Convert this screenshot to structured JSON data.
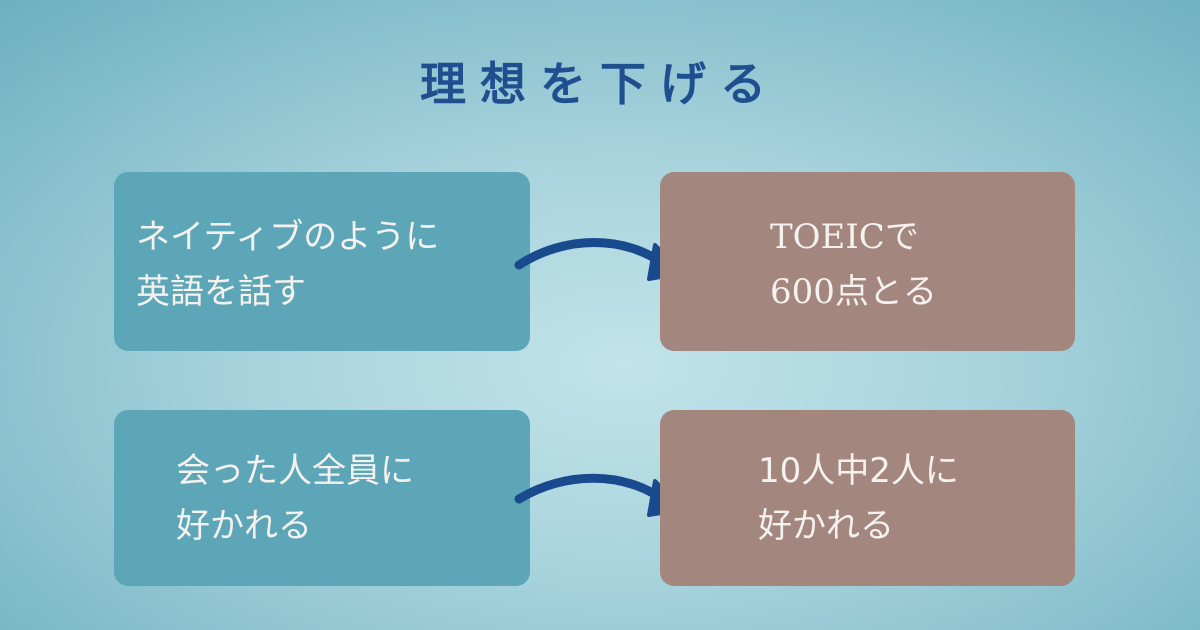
{
  "title": "理想を下げる",
  "colors": {
    "title": "#1f4f8f",
    "arrow": "#1a4a8e",
    "ideal_box": "#5da6b8",
    "realistic_box": "#a3877f",
    "text": "#f4f1ee"
  },
  "rows": [
    {
      "ideal": {
        "line1": "ネイティブのように",
        "line2": "英語を話す"
      },
      "arrow_icon": "curved-arrow-right",
      "realistic": {
        "line1": "TOEICで",
        "line2": "600点とる"
      }
    },
    {
      "ideal": {
        "line1": "会った人全員に",
        "line2": "好かれる"
      },
      "arrow_icon": "curved-arrow-right",
      "realistic": {
        "line1": "10人中2人に",
        "line2": "好かれる"
      }
    }
  ]
}
